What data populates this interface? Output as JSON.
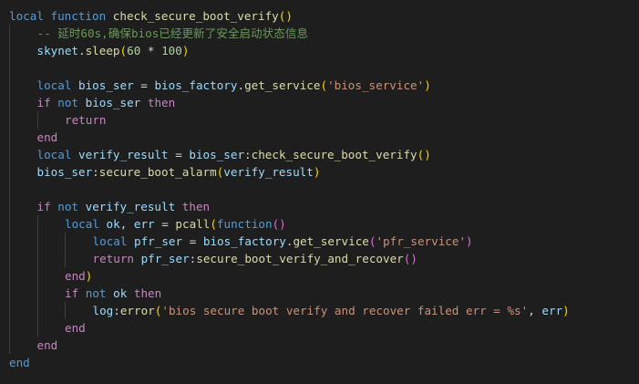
{
  "theme": {
    "background": "#1e1e1e",
    "keyword": "#569cd6",
    "function": "#dcdcaa",
    "variable": "#9cdcfe",
    "string": "#ce9178",
    "comment": "#6a9955",
    "number": "#b5cea8",
    "bracket_gold": "#ffd700",
    "bracket_orchid": "#da70d6",
    "bracket_blue": "#179fff",
    "indent_guide": "#404040"
  },
  "editor": {
    "language": "lua",
    "lines": [
      {
        "indent": 0,
        "tokens": [
          {
            "t": "keyword",
            "v": "local"
          },
          {
            "t": "plain",
            "v": " "
          },
          {
            "t": "keyword",
            "v": "function"
          },
          {
            "t": "plain",
            "v": " "
          },
          {
            "t": "function",
            "v": "check_secure_boot_verify"
          },
          {
            "t": "bracket-1",
            "v": "()"
          }
        ]
      },
      {
        "indent": 1,
        "tokens": [
          {
            "t": "comment",
            "v": "-- 延时60s,确保bios已经更新了安全启动状态信息"
          }
        ]
      },
      {
        "indent": 1,
        "tokens": [
          {
            "t": "variable",
            "v": "skynet"
          },
          {
            "t": "punct",
            "v": "."
          },
          {
            "t": "function",
            "v": "sleep"
          },
          {
            "t": "bracket-1",
            "v": "("
          },
          {
            "t": "number",
            "v": "60"
          },
          {
            "t": "plain",
            "v": " "
          },
          {
            "t": "operator",
            "v": "*"
          },
          {
            "t": "plain",
            "v": " "
          },
          {
            "t": "number",
            "v": "100"
          },
          {
            "t": "bracket-1",
            "v": ")"
          }
        ]
      },
      {
        "indent": 1,
        "tokens": []
      },
      {
        "indent": 1,
        "tokens": [
          {
            "t": "keyword",
            "v": "local"
          },
          {
            "t": "plain",
            "v": " "
          },
          {
            "t": "variable",
            "v": "bios_ser"
          },
          {
            "t": "plain",
            "v": " "
          },
          {
            "t": "operator",
            "v": "="
          },
          {
            "t": "plain",
            "v": " "
          },
          {
            "t": "variable",
            "v": "bios_factory"
          },
          {
            "t": "punct",
            "v": "."
          },
          {
            "t": "function",
            "v": "get_service"
          },
          {
            "t": "bracket-1",
            "v": "("
          },
          {
            "t": "string",
            "v": "'bios_service'"
          },
          {
            "t": "bracket-1",
            "v": ")"
          }
        ]
      },
      {
        "indent": 1,
        "tokens": [
          {
            "t": "control",
            "v": "if"
          },
          {
            "t": "plain",
            "v": " "
          },
          {
            "t": "keyword",
            "v": "not"
          },
          {
            "t": "plain",
            "v": " "
          },
          {
            "t": "variable",
            "v": "bios_ser"
          },
          {
            "t": "plain",
            "v": " "
          },
          {
            "t": "control",
            "v": "then"
          }
        ]
      },
      {
        "indent": 2,
        "tokens": [
          {
            "t": "control",
            "v": "return"
          }
        ]
      },
      {
        "indent": 1,
        "tokens": [
          {
            "t": "control",
            "v": "end"
          }
        ]
      },
      {
        "indent": 1,
        "tokens": [
          {
            "t": "keyword",
            "v": "local"
          },
          {
            "t": "plain",
            "v": " "
          },
          {
            "t": "variable",
            "v": "verify_result"
          },
          {
            "t": "plain",
            "v": " "
          },
          {
            "t": "operator",
            "v": "="
          },
          {
            "t": "plain",
            "v": " "
          },
          {
            "t": "variable",
            "v": "bios_ser"
          },
          {
            "t": "punct",
            "v": ":"
          },
          {
            "t": "function",
            "v": "check_secure_boot_verify"
          },
          {
            "t": "bracket-1",
            "v": "()"
          }
        ]
      },
      {
        "indent": 1,
        "tokens": [
          {
            "t": "variable",
            "v": "bios_ser"
          },
          {
            "t": "punct",
            "v": ":"
          },
          {
            "t": "function",
            "v": "secure_boot_alarm"
          },
          {
            "t": "bracket-1",
            "v": "("
          },
          {
            "t": "variable",
            "v": "verify_result"
          },
          {
            "t": "bracket-1",
            "v": ")"
          }
        ]
      },
      {
        "indent": 1,
        "tokens": []
      },
      {
        "indent": 1,
        "tokens": [
          {
            "t": "control",
            "v": "if"
          },
          {
            "t": "plain",
            "v": " "
          },
          {
            "t": "keyword",
            "v": "not"
          },
          {
            "t": "plain",
            "v": " "
          },
          {
            "t": "variable",
            "v": "verify_result"
          },
          {
            "t": "plain",
            "v": " "
          },
          {
            "t": "control",
            "v": "then"
          }
        ]
      },
      {
        "indent": 2,
        "tokens": [
          {
            "t": "keyword",
            "v": "local"
          },
          {
            "t": "plain",
            "v": " "
          },
          {
            "t": "variable",
            "v": "ok"
          },
          {
            "t": "punct",
            "v": ","
          },
          {
            "t": "plain",
            "v": " "
          },
          {
            "t": "variable",
            "v": "err"
          },
          {
            "t": "plain",
            "v": " "
          },
          {
            "t": "operator",
            "v": "="
          },
          {
            "t": "plain",
            "v": " "
          },
          {
            "t": "function",
            "v": "pcall"
          },
          {
            "t": "bracket-1",
            "v": "("
          },
          {
            "t": "keyword",
            "v": "function"
          },
          {
            "t": "bracket-2",
            "v": "()"
          }
        ]
      },
      {
        "indent": 3,
        "tokens": [
          {
            "t": "keyword",
            "v": "local"
          },
          {
            "t": "plain",
            "v": " "
          },
          {
            "t": "variable",
            "v": "pfr_ser"
          },
          {
            "t": "plain",
            "v": " "
          },
          {
            "t": "operator",
            "v": "="
          },
          {
            "t": "plain",
            "v": " "
          },
          {
            "t": "variable",
            "v": "bios_factory"
          },
          {
            "t": "punct",
            "v": "."
          },
          {
            "t": "function",
            "v": "get_service"
          },
          {
            "t": "bracket-2",
            "v": "("
          },
          {
            "t": "string",
            "v": "'pfr_service'"
          },
          {
            "t": "bracket-2",
            "v": ")"
          }
        ]
      },
      {
        "indent": 3,
        "tokens": [
          {
            "t": "control",
            "v": "return"
          },
          {
            "t": "plain",
            "v": " "
          },
          {
            "t": "variable",
            "v": "pfr_ser"
          },
          {
            "t": "punct",
            "v": ":"
          },
          {
            "t": "function",
            "v": "secure_boot_verify_and_recover"
          },
          {
            "t": "bracket-2",
            "v": "()"
          }
        ]
      },
      {
        "indent": 2,
        "tokens": [
          {
            "t": "control",
            "v": "end"
          },
          {
            "t": "bracket-1",
            "v": ")"
          }
        ]
      },
      {
        "indent": 2,
        "tokens": [
          {
            "t": "control",
            "v": "if"
          },
          {
            "t": "plain",
            "v": " "
          },
          {
            "t": "keyword",
            "v": "not"
          },
          {
            "t": "plain",
            "v": " "
          },
          {
            "t": "variable",
            "v": "ok"
          },
          {
            "t": "plain",
            "v": " "
          },
          {
            "t": "control",
            "v": "then"
          }
        ]
      },
      {
        "indent": 3,
        "tokens": [
          {
            "t": "variable",
            "v": "log"
          },
          {
            "t": "punct",
            "v": ":"
          },
          {
            "t": "function",
            "v": "error"
          },
          {
            "t": "bracket-1",
            "v": "("
          },
          {
            "t": "string",
            "v": "'bios secure boot verify and recover failed err = %s'"
          },
          {
            "t": "punct",
            "v": ","
          },
          {
            "t": "plain",
            "v": " "
          },
          {
            "t": "variable",
            "v": "err"
          },
          {
            "t": "bracket-1",
            "v": ")"
          }
        ]
      },
      {
        "indent": 2,
        "tokens": [
          {
            "t": "control",
            "v": "end"
          }
        ]
      },
      {
        "indent": 1,
        "tokens": [
          {
            "t": "control",
            "v": "end"
          }
        ]
      },
      {
        "indent": 0,
        "tokens": [
          {
            "t": "keyword",
            "v": "end"
          }
        ]
      }
    ]
  }
}
